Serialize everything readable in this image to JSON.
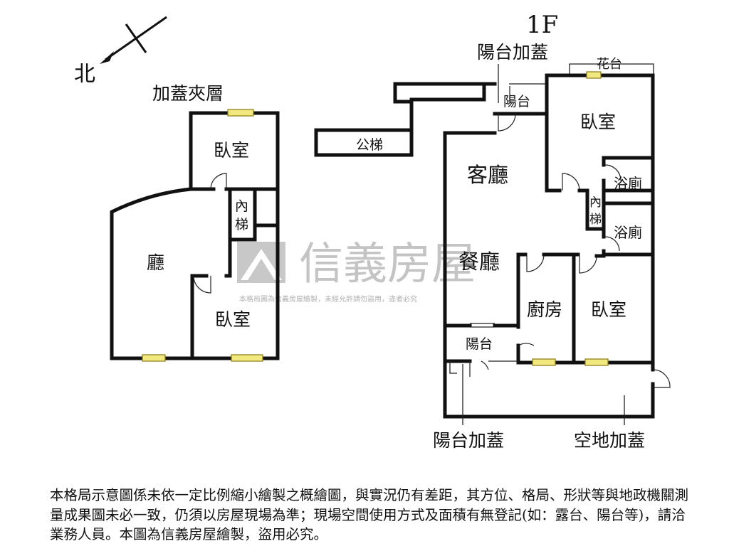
{
  "floor_label": "1F",
  "compass": {
    "label": "北"
  },
  "watermark": {
    "brand": "信義房屋",
    "notice": "本格局圖為信義房屋繪製，未經允許請勿盜用，違者必究"
  },
  "mezzanine": {
    "title": "加蓋夾層",
    "rooms": {
      "bedroom_top": "臥室",
      "inner_stair": "內梯",
      "hall": "廳",
      "bedroom_bottom": "臥室"
    }
  },
  "ground_floor": {
    "balcony_annex_top": "陽台加蓋",
    "planter": "花台",
    "balcony_top": "陽台",
    "public_stair": "公梯",
    "living_room": "客廳",
    "bedroom_ne": "臥室",
    "bathroom_1": "浴廁",
    "inner_stair": "內梯",
    "bathroom_2": "浴廁",
    "dining_room": "餐廳",
    "kitchen": "廚房",
    "bedroom_se": "臥室",
    "balcony_bottom": "陽台",
    "balcony_annex_bottom": "陽台加蓋",
    "open_space_annex": "空地加蓋"
  },
  "disclaimer": "本格局示意圖係未依一定比例縮小繪製之概繪圖，與實況仍有差距，其方位、格局、形狀等與地政機關測量成果圖未必一致，仍須以房屋現場為準；現場空間使用方式及面積有無登記(如：露台、陽台等)，請洽業務人員。本圖為信義房屋繪製，盜用必究。"
}
